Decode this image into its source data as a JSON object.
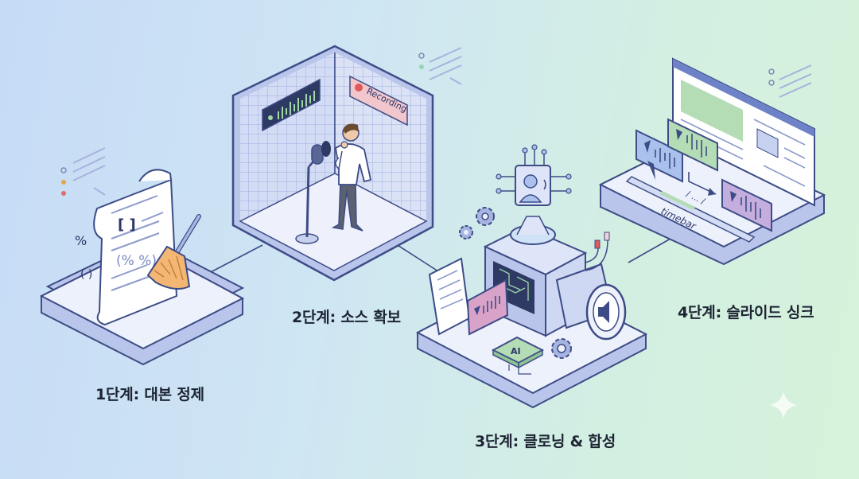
{
  "steps": [
    {
      "label": "1단계: 대본 정제"
    },
    {
      "label": "2단계: 소스 확보"
    },
    {
      "label": "3단계: 클로닝 & 합성"
    },
    {
      "label": "4단계: 슬라이드 싱크"
    }
  ],
  "script_doc": {
    "bracket_text": "[ ]",
    "percent_text": "(% %)",
    "percent_side": "%",
    "paren_text": "( )"
  },
  "studio": {
    "recording_label": "Recording"
  },
  "synthesis": {
    "chip_label": "AI"
  },
  "slide_sync": {
    "timebar_label": "timebar",
    "ellipsis_marks": "/ ... /"
  },
  "colors": {
    "outline": "#3d4c86",
    "platform_top": "#edf1fb",
    "platform_side": "#b9c5ea",
    "accent_red": "#e05a5a",
    "accent_pink": "#d9a3c9",
    "accent_green": "#b4dcb5",
    "accent_blue": "#a9c1ec",
    "accent_orange": "#f3b673"
  },
  "icons": [
    "broom-icon",
    "microphone-icon",
    "person-icon",
    "gear-icon",
    "speaker-icon",
    "play-icon",
    "waveform-icon",
    "sparkle-icon",
    "ai-chip-icon"
  ]
}
